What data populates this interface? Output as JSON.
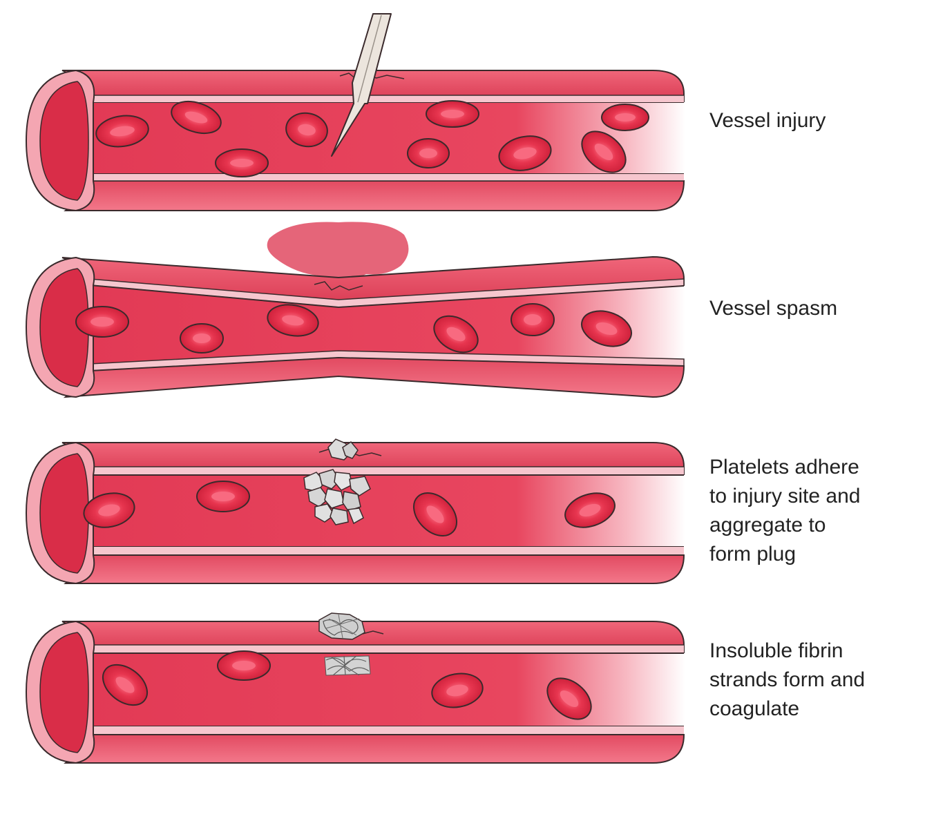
{
  "stages": [
    {
      "id": "vessel-injury",
      "label_lines": [
        "Vessel injury"
      ]
    },
    {
      "id": "vessel-spasm",
      "label_lines": [
        "Vessel spasm"
      ]
    },
    {
      "id": "platelet-plug",
      "label_lines": [
        "Platelets adhere",
        "to injury site and",
        "aggregate to",
        "form plug"
      ]
    },
    {
      "id": "fibrin-coagulation",
      "label_lines": [
        "Insoluble fibrin",
        "strands form and",
        "coagulate"
      ]
    }
  ],
  "colors": {
    "vessel_wall": "#e2485e",
    "vessel_wall_light": "#f4a6b2",
    "lumen": "#e23a55",
    "lumen_fade": "#ffffff",
    "red_cell": "#d6263f",
    "red_cell_center": "#f25770",
    "outline": "#3a2a2c",
    "platelet": "#d9d9d9",
    "fibrin": "#7a7a7a",
    "needle": "#e8e0d8",
    "bleed": "#e04a62"
  }
}
